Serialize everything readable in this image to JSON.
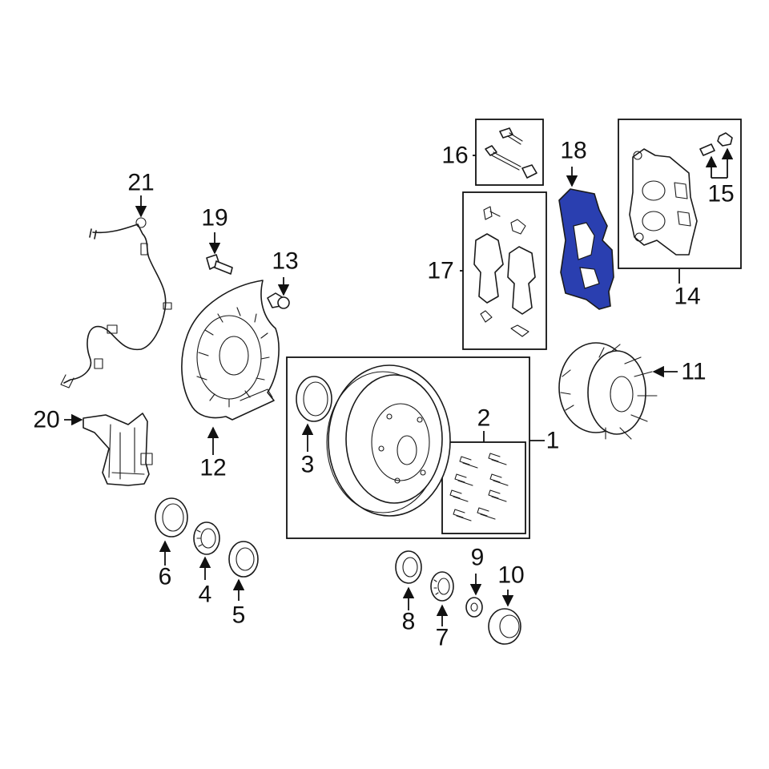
{
  "callouts": {
    "c1": "1",
    "c2": "2",
    "c3": "3",
    "c4": "4",
    "c5": "5",
    "c6": "6",
    "c7": "7",
    "c8": "8",
    "c9": "9",
    "c10": "10",
    "c11": "11",
    "c12": "12",
    "c13": "13",
    "c14": "14",
    "c15": "15",
    "c16": "16",
    "c17": "17",
    "c18": "18",
    "c19": "19",
    "c20": "20",
    "c21": "21"
  },
  "colors": {
    "highlight": "#2a3fb0",
    "line": "#1a1a1a",
    "background": "#ffffff"
  }
}
